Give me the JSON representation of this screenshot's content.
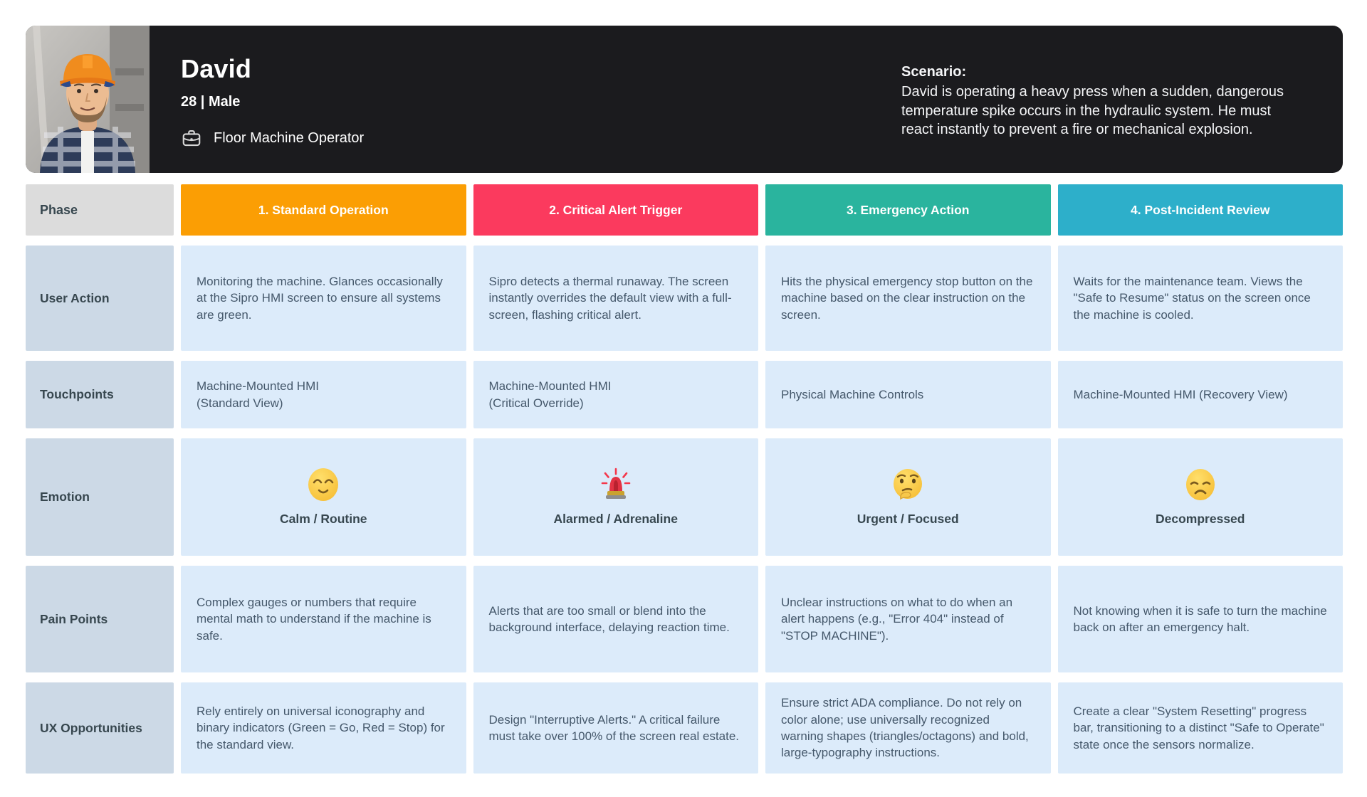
{
  "persona": {
    "name": "David",
    "demographics": "28 | Male",
    "role": "Floor Machine Operator",
    "scenario_label": "Scenario:",
    "scenario_text": "David is operating a heavy press when a sudden, dangerous temperature spike occurs in the hydraulic system. He must react instantly to prevent a fire or mechanical explosion."
  },
  "colors": {
    "header_bg": "#1b1b1e",
    "phase1": "#fb9e04",
    "phase2": "#fb3a5e",
    "phase3": "#2ab49e",
    "phase4": "#2dafca",
    "row_label_bg": "#ccd9e6",
    "cell_bg": "#dcebfa"
  },
  "icons": {
    "briefcase": "briefcase-icon",
    "emotions": [
      "relieved-face-emoji",
      "rotating-light-emoji",
      "thinking-face-emoji",
      "disappointed-face-emoji"
    ]
  },
  "table": {
    "phase_label": "Phase",
    "phases": [
      {
        "label": "1. Standard Operation",
        "color": "#fb9e04"
      },
      {
        "label": "2. Critical Alert Trigger",
        "color": "#fb3a5e"
      },
      {
        "label": "3. Emergency Action",
        "color": "#2ab49e"
      },
      {
        "label": "4. Post-Incident Review",
        "color": "#2dafca"
      }
    ],
    "rows": [
      {
        "label": "User Action",
        "cells": [
          "Monitoring the machine. Glances occasionally at the Sipro HMI screen to ensure all systems are green.",
          "Sipro detects a thermal runaway. The screen instantly overrides the default view with a full-screen, flashing critical alert.",
          "Hits the physical emergency stop button on the machine based on the clear instruction on the screen.",
          "Waits for the maintenance team. Views the \"Safe to Resume\" status on the screen once the machine is cooled."
        ]
      },
      {
        "label": "Touchpoints",
        "cells": [
          "Machine-Mounted HMI\n(Standard View)",
          "Machine-Mounted HMI\n(Critical Override)",
          "Physical Machine Controls",
          "Machine-Mounted HMI (Recovery View)"
        ]
      },
      {
        "label": "Emotion",
        "cells": [
          {
            "icon": "relieved-face-emoji",
            "label": "Calm / Routine"
          },
          {
            "icon": "rotating-light-emoji",
            "label": "Alarmed / Adrenaline"
          },
          {
            "icon": "thinking-face-emoji",
            "label": "Urgent / Focused"
          },
          {
            "icon": "disappointed-face-emoji",
            "label": "Decompressed"
          }
        ]
      },
      {
        "label": "Pain Points",
        "cells": [
          "Complex gauges or numbers that require mental math to understand if the machine is safe.",
          "Alerts that are too small or blend into the background interface, delaying reaction time.",
          "Unclear instructions on what to do when an alert happens (e.g., \"Error 404\" instead of \"STOP MACHINE\").",
          "Not knowing when it is safe to turn the machine back on after an emergency halt."
        ]
      },
      {
        "label": "UX Opportunities",
        "cells": [
          "Rely entirely on universal iconography and binary indicators (Green = Go, Red = Stop) for the standard view.",
          "Design \"Interruptive Alerts.\" A critical failure must take over 100% of the screen real estate.",
          "Ensure strict ADA compliance. Do not rely on color alone; use universally recognized warning shapes (triangles/octagons) and bold, large-typography instructions.",
          "Create a clear \"System Resetting\" progress bar, transitioning to a distinct \"Safe to Operate\" state once the sensors normalize."
        ]
      }
    ]
  }
}
